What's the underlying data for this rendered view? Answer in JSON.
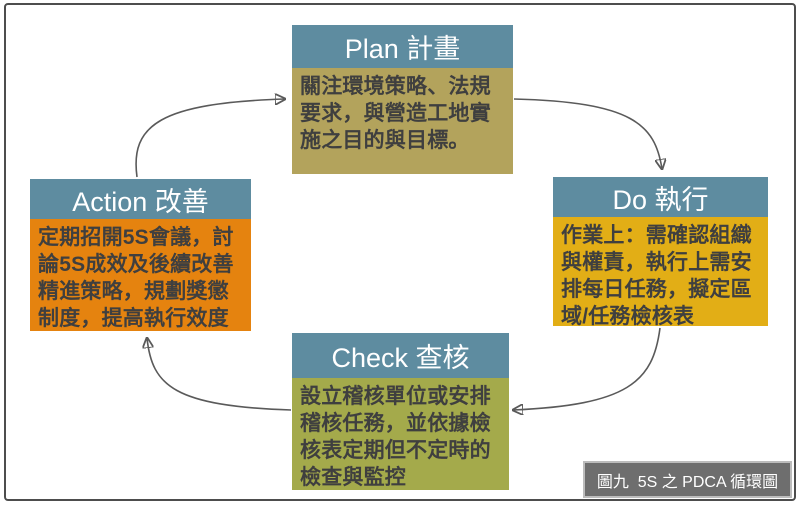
{
  "figure": {
    "caption": "圖九  5S 之 PDCA 循環圖"
  },
  "colors": {
    "header_teal": "#5e8ca0",
    "plan_body_bg": "#b3a35c",
    "do_body_bg": "#e2ae16",
    "check_body_bg": "#a4aa4b",
    "action_body_bg": "#e5830f",
    "caption_bg": "#6e6e6e",
    "caption_border": "#bcbcbc",
    "arrow": "#5a5a5a",
    "body_text": "#3f3f3f",
    "header_text": "#ffffff"
  },
  "nodes": {
    "plan": {
      "title": "Plan 計畫",
      "body": "關注環境策略、法規要求，與營造工地實施之目的與目標。"
    },
    "do": {
      "title": "Do 執行",
      "body": "作業上：需確認組織與權責，執行上需安排每日任務，擬定區域/任務檢核表"
    },
    "check": {
      "title": "Check 查核",
      "body": "設立稽核單位或安排稽核任務，並依據檢核表定期但不定時的檢查與監控"
    },
    "action": {
      "title": "Action 改善",
      "body": "定期招開5S會議，討論5S成效及後續改善精進策略，規劃獎懲制度，提高執行效度"
    }
  }
}
